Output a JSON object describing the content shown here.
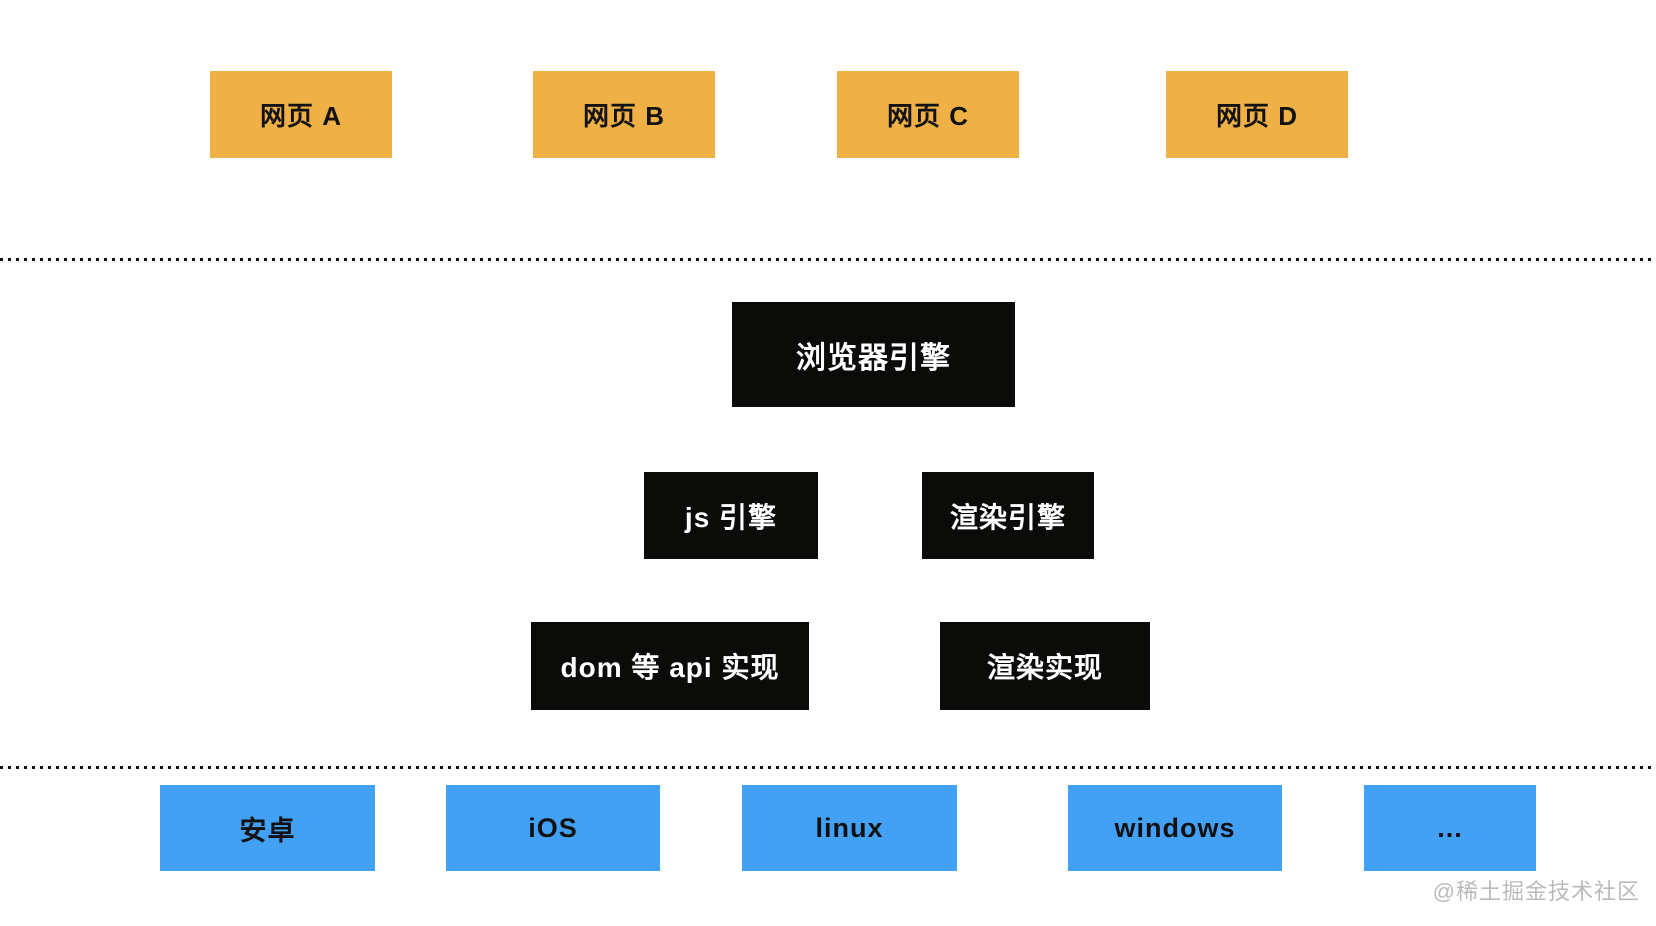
{
  "diagram_title": "browser-architecture",
  "webpages": [
    {
      "label": "网页 A"
    },
    {
      "label": "网页 B"
    },
    {
      "label": "网页 C"
    },
    {
      "label": "网页 D"
    }
  ],
  "browser_engine": {
    "label": "浏览器引擎"
  },
  "engine_parts": [
    {
      "label": "js 引擎"
    },
    {
      "label": "渲染引擎"
    }
  ],
  "implementations": [
    {
      "label": "dom 等 api 实现"
    },
    {
      "label": "渲染实现"
    }
  ],
  "platforms": [
    {
      "label": "安卓"
    },
    {
      "label": "iOS"
    },
    {
      "label": "linux"
    },
    {
      "label": "windows"
    },
    {
      "label": "..."
    }
  ],
  "watermark": "@稀土掘金技术社区",
  "colors": {
    "webpage_bg": "#EFB045",
    "engine_bg": "#0B0B09",
    "platform_bg": "#42A0F5",
    "dot_color": "#141414",
    "watermark_color": "#BABABA"
  }
}
